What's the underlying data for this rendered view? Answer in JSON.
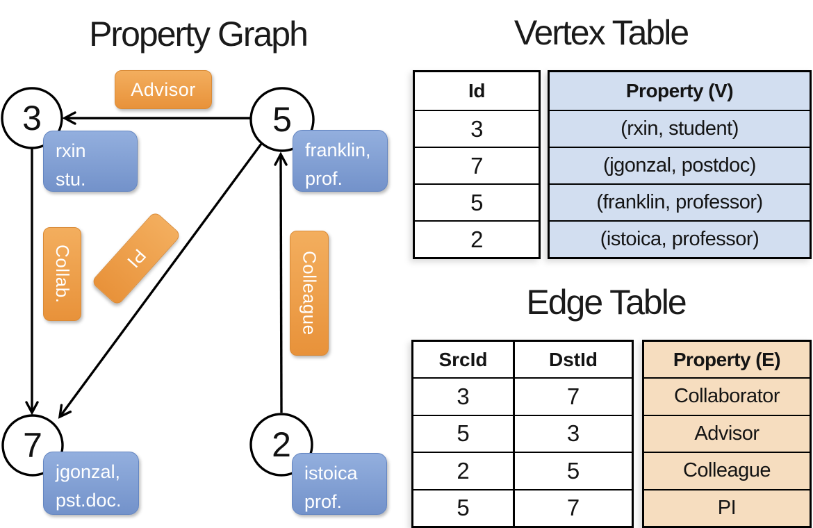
{
  "graph": {
    "title": "Property Graph",
    "nodes": [
      {
        "id": "3",
        "property_lines": [
          "rxin",
          "stu."
        ]
      },
      {
        "id": "5",
        "property_lines": [
          "franklin,",
          "prof."
        ]
      },
      {
        "id": "7",
        "property_lines": [
          "jgonzal,",
          "pst.doc."
        ]
      },
      {
        "id": "2",
        "property_lines": [
          "istoica",
          "prof."
        ]
      }
    ],
    "edges": [
      {
        "label": "Advisor",
        "from": "5",
        "to": "3"
      },
      {
        "label": "Collab.",
        "from": "3",
        "to": "7"
      },
      {
        "label": "PI",
        "from": "5",
        "to": "7"
      },
      {
        "label": "Colleague",
        "from": "2",
        "to": "5"
      }
    ]
  },
  "vertex_table": {
    "title": "Vertex Table",
    "columns": [
      "Id",
      "Property (V)"
    ],
    "rows": [
      {
        "id": "3",
        "property": "(rxin, student)"
      },
      {
        "id": "7",
        "property": "(jgonzal, postdoc)"
      },
      {
        "id": "5",
        "property": "(franklin, professor)"
      },
      {
        "id": "2",
        "property": "(istoica, professor)"
      }
    ]
  },
  "edge_table": {
    "title": "Edge Table",
    "columns": [
      "SrcId",
      "DstId",
      "Property (E)"
    ],
    "rows": [
      {
        "src": "3",
        "dst": "7",
        "property": "Collaborator"
      },
      {
        "src": "5",
        "dst": "3",
        "property": "Advisor"
      },
      {
        "src": "2",
        "dst": "5",
        "property": "Colleague"
      },
      {
        "src": "5",
        "dst": "7",
        "property": "PI"
      }
    ]
  },
  "colors": {
    "edge_label_fill_top": "#f3ae5e",
    "edge_label_fill_bottom": "#e8923a",
    "vertex_label_fill_top": "#93afde",
    "vertex_label_fill_bottom": "#7392ca",
    "vertex_table_cell_fill": "#d2def0",
    "edge_table_cell_fill": "#f6ddbf",
    "line_color": "#000000",
    "background": "#ffffff"
  }
}
